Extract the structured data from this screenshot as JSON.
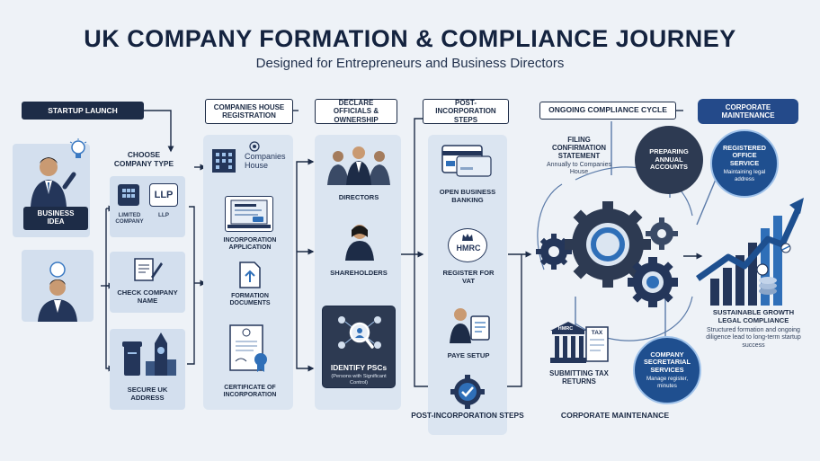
{
  "title": "UK COMPANY FORMATION & COMPLIANCE JOURNEY",
  "subtitle": "Designed for Entrepreneurs and Business Directors",
  "startup": {
    "header": "STARTUP LAUNCH",
    "business_idea": "BUSINESS IDEA",
    "choose_type": "CHOOSE COMPANY TYPE",
    "limited": "LIMITED COMPANY",
    "llp_badge": "LLP",
    "llp": "LLP",
    "check_name": "CHECK COMPANY NAME",
    "secure_address": "SECURE UK ADDRESS"
  },
  "registration": {
    "header": "COMPANIES HOUSE REGISTRATION",
    "logo_text": "Companies House",
    "incorporation_application": "INCORPORATION APPLICATION",
    "formation_documents": "FORMATION DOCUMENTS",
    "certificate": "CERTIFICATE OF INCORPORATION"
  },
  "officials": {
    "header": "DECLARE OFFICIALS & OWNERSHIP",
    "directors": "DIRECTORS",
    "shareholders": "SHAREHOLDERS",
    "identify_pscs": "IDENTIFY PSCs",
    "pscs_note": "(Persons with Significant Control)"
  },
  "post": {
    "header": "POST-INCORPORATION STEPS",
    "banking": "OPEN BUSINESS BANKING",
    "hmrc_badge": "HMRC",
    "vat": "REGISTER FOR VAT",
    "paye": "PAYE SETUP",
    "footer": "POST-INCORPORATION STEPS"
  },
  "compliance": {
    "header": "ONGOING COMPLIANCE CYCLE",
    "filing_title": "FILING CONFIRMATION STATEMENT",
    "filing_note": "Annually to Companies House",
    "accounts": "PREPARING ANNUAL ACCOUNTS",
    "tax_returns": "SUBMITTING TAX RETURNS",
    "hmrc_small": "HMRC",
    "tax_small": "TAX",
    "footer": "CORPORATE MAINTENANCE"
  },
  "maintenance": {
    "header": "CORPORATE MAINTENANCE",
    "registered_office_title": "REGISTERED OFFICE SERVICE",
    "registered_office_note": "Maintaining legal address",
    "secretarial_title": "COMPANY SECRETARIAL SERVICES",
    "secretarial_note": "Manage register, minutes",
    "growth_title": "SUSTAINABLE GROWTH LEGAL COMPLIANCE",
    "growth_note": "Structured formation and ongoing diligence lead to long-term startup success"
  },
  "colors": {
    "navy": "#1d2c47",
    "accent_blue": "#244a8a",
    "panel": "#dbe5f1",
    "background": "#eef2f7"
  }
}
